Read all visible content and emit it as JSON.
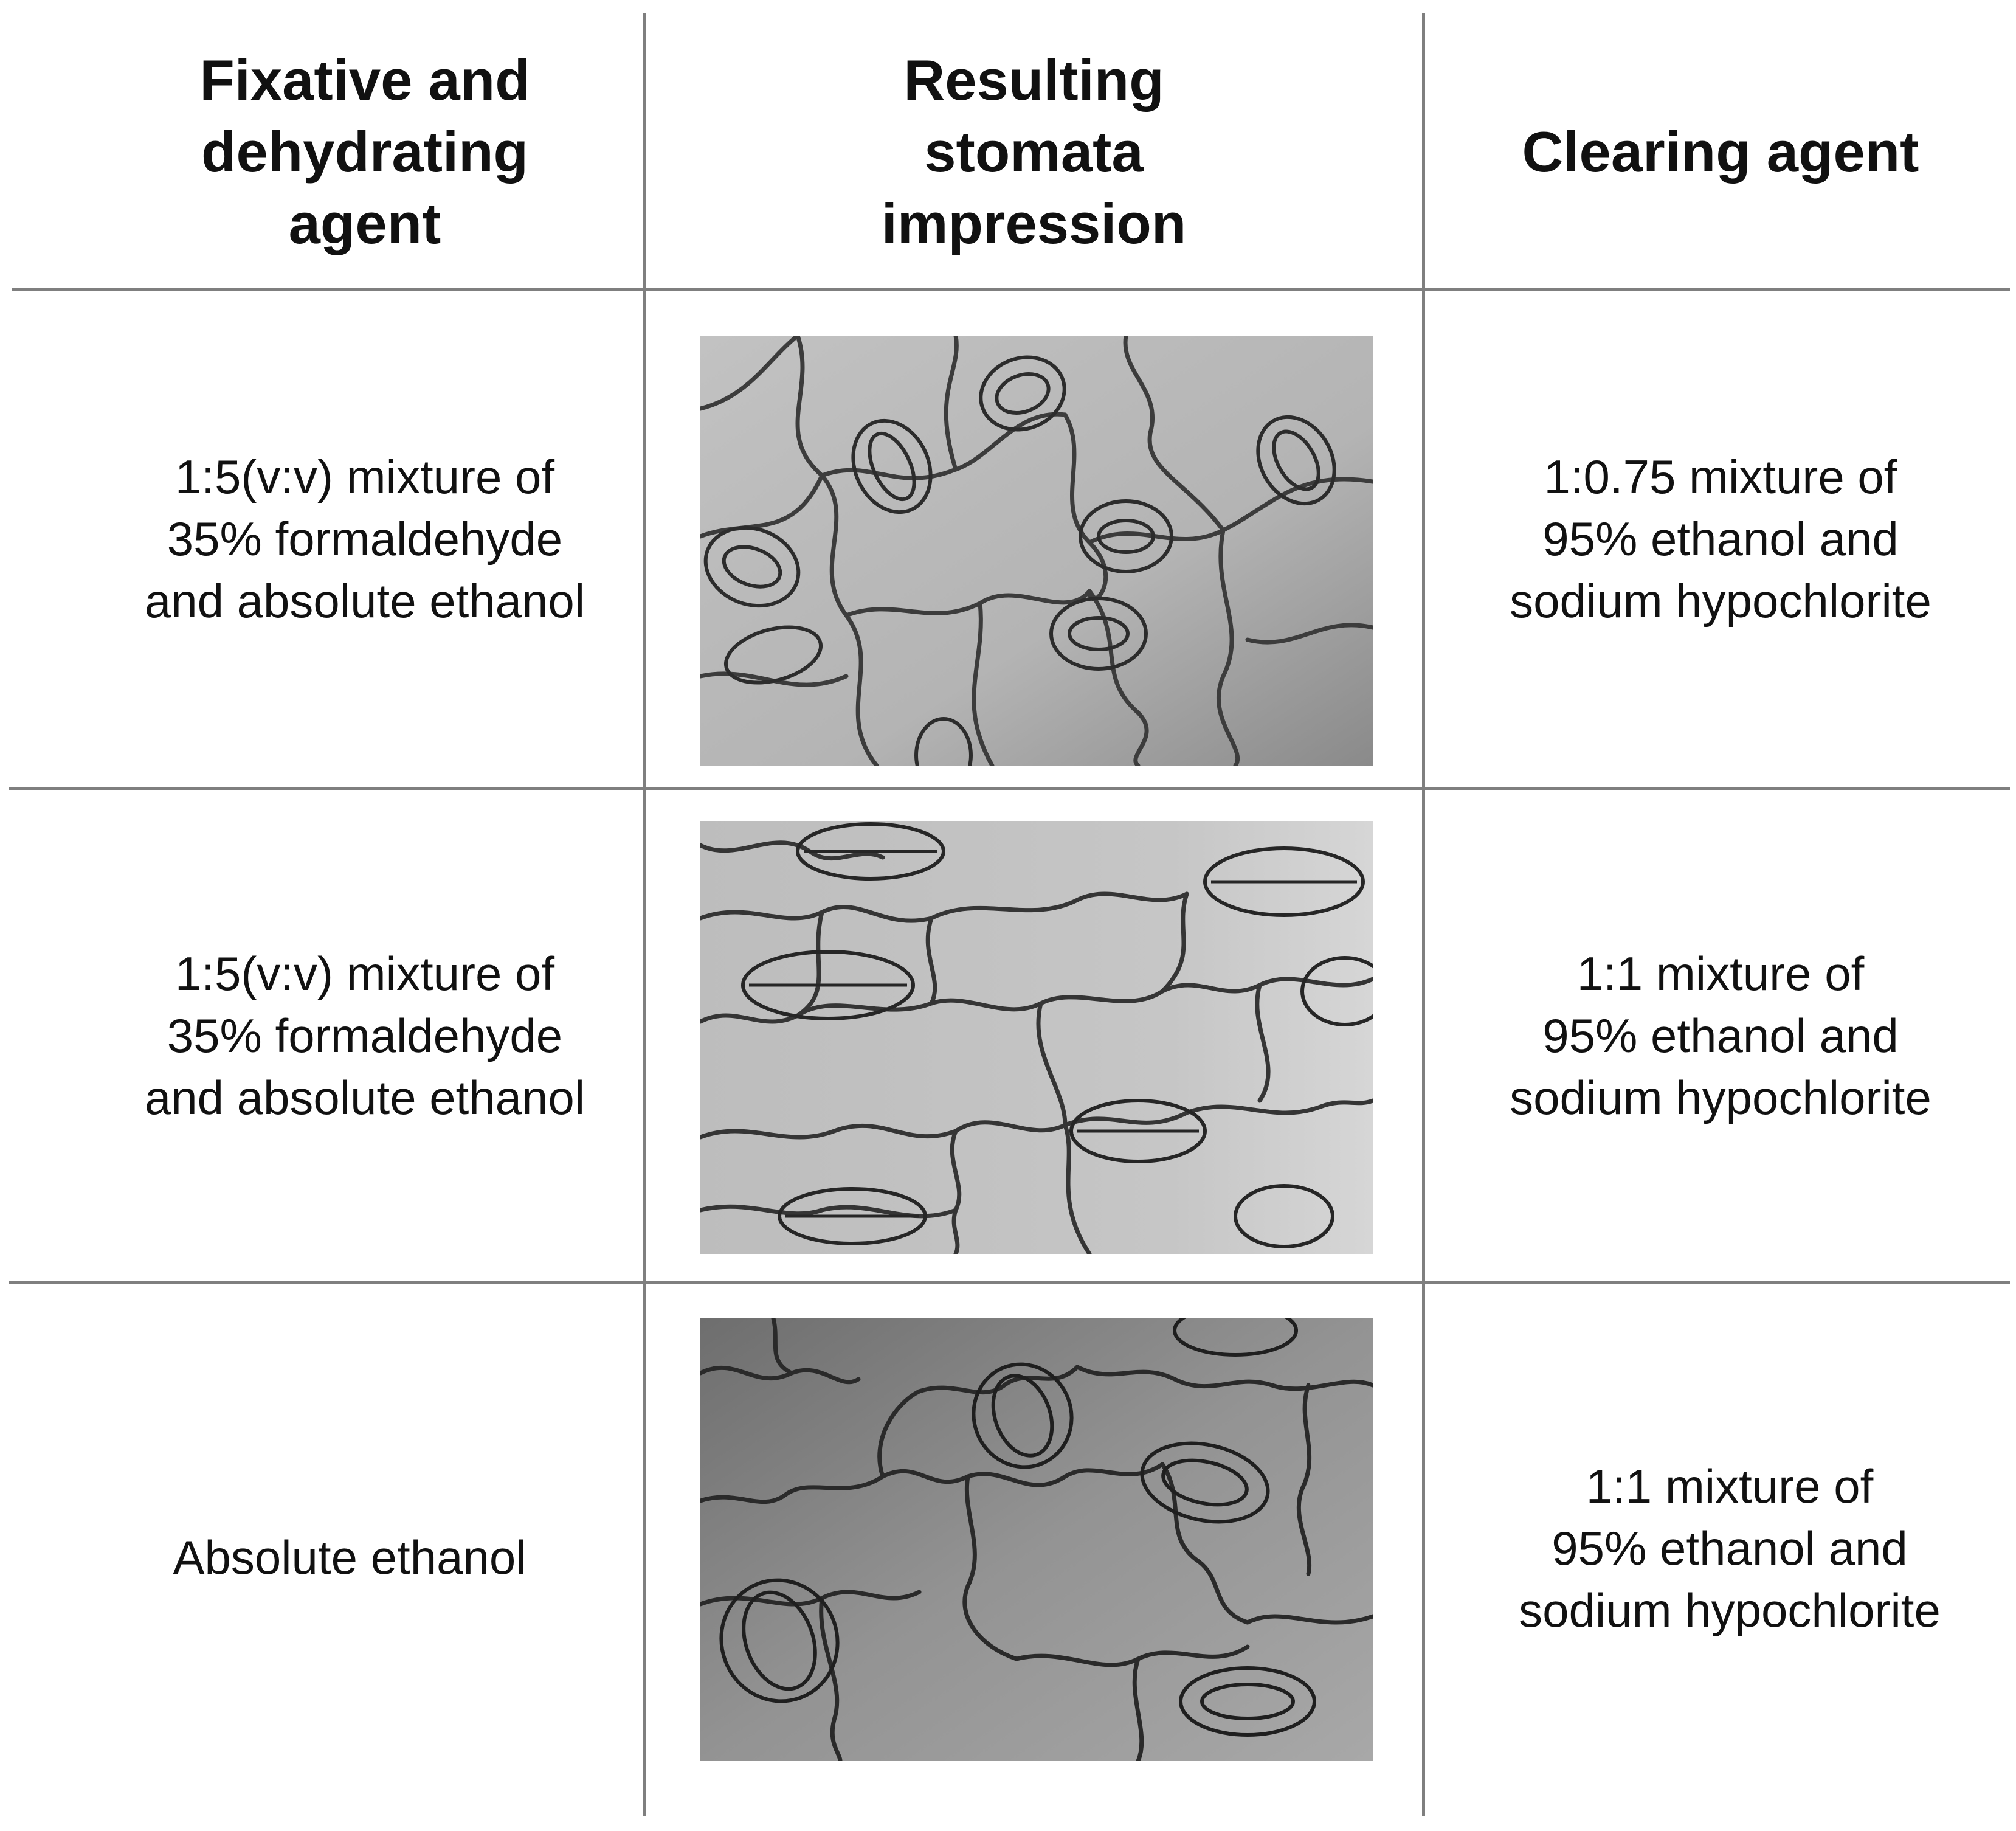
{
  "headers": [
    {
      "lines": [
        "Fixative and",
        "dehydrating",
        "agent"
      ]
    },
    {
      "lines": [
        "Resulting",
        "stomata",
        "impression"
      ]
    },
    {
      "lines": [
        "Clearing agent"
      ]
    }
  ],
  "rows": [
    {
      "fixative": [
        "1:5(v:v)  mixture of",
        "35% formaldehyde",
        "and absolute ethanol"
      ],
      "clearing": [
        "1:0.75 mixture of",
        "95% ethanol and",
        "sodium hypochlorite"
      ],
      "image_icon": "stomata-micrograph-icon"
    },
    {
      "fixative": [
        "1:5(v:v)  mixture of",
        "35% formaldehyde",
        "and absolute ethanol"
      ],
      "clearing": [
        "1:1 mixture of",
        "95% ethanol and",
        "sodium hypochlorite"
      ],
      "image_icon": "stomata-micrograph-icon"
    },
    {
      "fixative": [
        "Absolute ethanol"
      ],
      "clearing": [
        "1:1 mixture of",
        "95% ethanol and",
        "sodium hypochlorite"
      ],
      "image_icon": "stomata-micrograph-icon"
    }
  ],
  "colors": {
    "grid": "#7f7f7f",
    "text": "#111111"
  }
}
